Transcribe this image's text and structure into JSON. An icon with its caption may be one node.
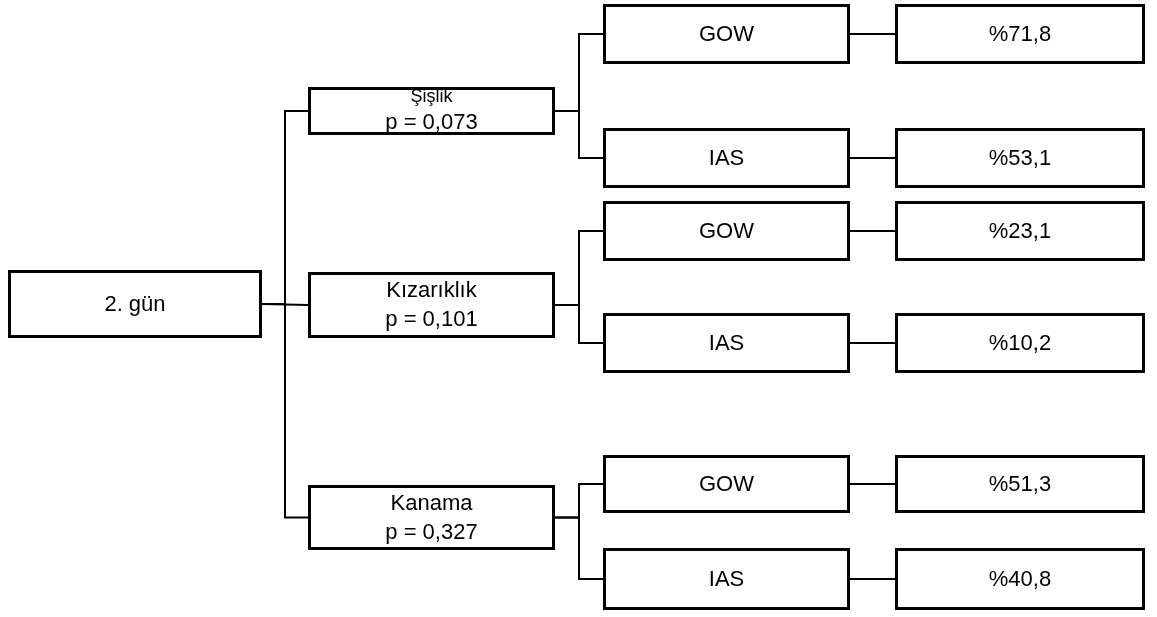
{
  "diagram": {
    "nodes": [
      {
        "text": [
          "2. gün"
        ]
      },
      {
        "text": [
          "Şişlik",
          "p = 0,073"
        ]
      },
      {
        "text": [
          "Kızarıklık",
          "p = 0,101"
        ]
      },
      {
        "text": [
          "Kanama",
          "p = 0,327"
        ]
      },
      {
        "text": [
          "GOW"
        ]
      },
      {
        "text": [
          "IAS"
        ]
      },
      {
        "text": [
          "GOW"
        ]
      },
      {
        "text": [
          "IAS"
        ]
      },
      {
        "text": [
          "GOW"
        ]
      },
      {
        "text": [
          "IAS"
        ]
      },
      {
        "text": [
          "%71,8"
        ]
      },
      {
        "text": [
          "%53,1"
        ]
      },
      {
        "text": [
          "%23,1"
        ]
      },
      {
        "text": [
          "%10,2"
        ]
      },
      {
        "text": [
          "%51,3"
        ]
      },
      {
        "text": [
          "%40,8"
        ]
      }
    ],
    "edges": [
      {
        "from": 0,
        "to": 1,
        "arrow": "none"
      },
      {
        "from": 0,
        "to": 2,
        "arrow": "none"
      },
      {
        "from": 0,
        "to": 3,
        "arrow": "none"
      },
      {
        "from": 1,
        "to": 4,
        "arrow": "none"
      },
      {
        "from": 1,
        "to": 5,
        "arrow": "none"
      },
      {
        "from": 2,
        "to": 6,
        "arrow": "none"
      },
      {
        "from": 2,
        "to": 7,
        "arrow": "none"
      },
      {
        "from": 3,
        "to": 8,
        "arrow": "none"
      },
      {
        "from": 3,
        "to": 9,
        "arrow": "none"
      },
      {
        "from": 4,
        "to": 10,
        "arrow": "none"
      },
      {
        "from": 5,
        "to": 11,
        "arrow": "none"
      },
      {
        "from": 6,
        "to": 12,
        "arrow": "none"
      },
      {
        "from": 7,
        "to": 13,
        "arrow": "none"
      },
      {
        "from": 8,
        "to": 14,
        "arrow": "none"
      },
      {
        "from": 9,
        "to": 15,
        "arrow": "none"
      }
    ]
  }
}
